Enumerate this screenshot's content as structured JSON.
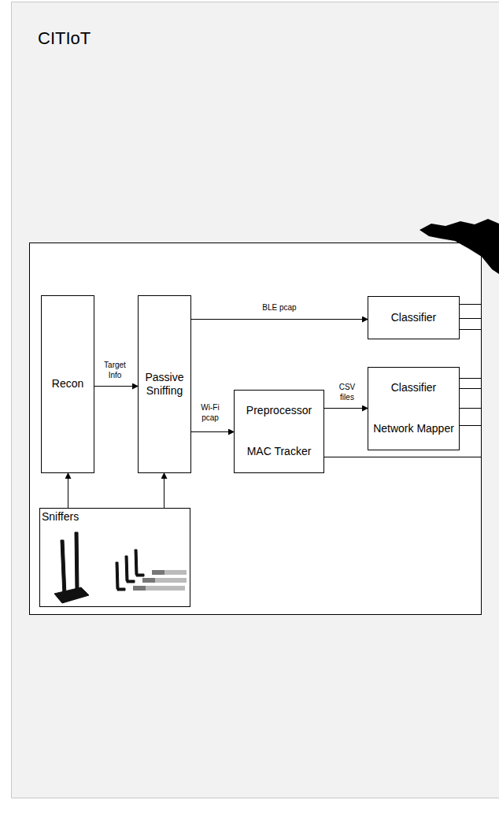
{
  "diagram": {
    "title": "CITIoT",
    "nodes": [
      {
        "text": [
          "Recon"
        ]
      },
      {
        "text": [
          "Passive Sniffing"
        ]
      },
      {
        "text": [
          "Classifier"
        ]
      },
      {
        "text": [
          "Preprocessor",
          "MAC Tracker"
        ]
      },
      {
        "text": [
          "Classifier",
          "Network Mapper"
        ]
      },
      {
        "text": [
          "Sniffers"
        ]
      }
    ],
    "edges": [
      {
        "from": 0,
        "to": 1,
        "label": "Target Info",
        "arrow": "to"
      },
      {
        "from": 1,
        "to": 2,
        "label": "BLE pcap",
        "arrow": "to"
      },
      {
        "from": 1,
        "to": 3,
        "label": "Wi-Fi pcap",
        "arrow": "to"
      },
      {
        "from": 3,
        "to": 4,
        "label": "CSV files",
        "arrow": "to"
      },
      {
        "from": 5,
        "to": 0,
        "arrow": "to"
      },
      {
        "from": 5,
        "to": 1,
        "arrow": "to"
      }
    ]
  }
}
